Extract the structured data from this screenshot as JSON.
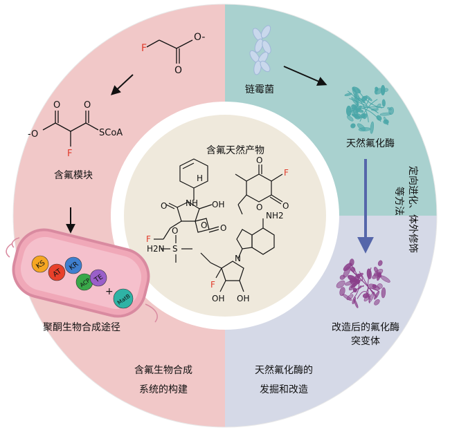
{
  "center": {
    "title": "含氟天然产物",
    "atoms": {
      "nh": "NH",
      "oh": "OH",
      "o1": "O",
      "o2": "O",
      "o3": "O",
      "o4": "O",
      "o5": "O",
      "f1": "F",
      "f2": "F",
      "f3": "F",
      "nh2": "NH2",
      "h2n": "H2N",
      "s": "S",
      "n": "N",
      "oh2": "OH",
      "oh3": "OH",
      "h": "H",
      "o6": "O",
      "o7": "O"
    }
  },
  "left_top": {
    "fluoroacetate": {
      "f": "F",
      "o": "O",
      "o_minus": "O-"
    },
    "malonyl": {
      "o_minus": "-O",
      "o1": "O",
      "o2": "O",
      "f": "F",
      "scoa": "SCoA"
    },
    "module_label": "含氟模块"
  },
  "left_bottom": {
    "domains": [
      {
        "label": "KS",
        "color": "#f5a623"
      },
      {
        "label": "AT",
        "color": "#e8402a"
      },
      {
        "label": "KR",
        "color": "#3f7fcf"
      },
      {
        "label": "ACP",
        "color": "#3aa84a"
      },
      {
        "label": "TE",
        "color": "#9a5fc9"
      },
      {
        "label": "MatB",
        "color": "#2fb3a5"
      }
    ],
    "plus": "+",
    "pathway_label": "聚酮生物合成途径",
    "section_title_line1": "含氟生物合成",
    "section_title_line2": "系统的构建"
  },
  "right_top": {
    "organism": "链霉菌",
    "enzyme": "天然氟化酶",
    "method": "定向进化、体外修饰等方法"
  },
  "right_bottom": {
    "mutant_line1": "改造后的氟化酶",
    "mutant_line2": "突变体",
    "section_title_line1": "天然氟化酶的",
    "section_title_line2": "发掘和改造"
  },
  "colors": {
    "pink": "#f1c8c8",
    "teal": "#a9d1cf",
    "lavender": "#d5d9e7",
    "center_fill": "#efe9dc",
    "fluorine": "#e03a2a",
    "arrow_blue": "#5566aa",
    "cell_fill": "#f0a8b8",
    "cell_stroke": "#d98aa0",
    "enzyme_teal": "#4aa6a8",
    "enzyme_purple": "#8a3f8a"
  }
}
